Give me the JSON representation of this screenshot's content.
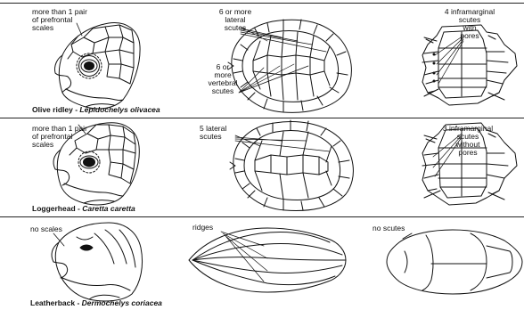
{
  "rows": [
    {
      "common_name": "Olive ridley",
      "separator": " - ",
      "scientific_name": "Lepidochelys olivacea",
      "head_note": [
        "more than 1 pair",
        "of prefrontal",
        "scales"
      ],
      "carapace_note_top": [
        "6 or more",
        "lateral",
        "scutes"
      ],
      "carapace_note_bottom": [
        "6 or",
        "more",
        "vertebral",
        "scutes"
      ],
      "plastron_note": [
        "4 inframarginal",
        "scutes",
        "with",
        "pores"
      ]
    },
    {
      "common_name": "Loggerhead",
      "separator": " - ",
      "scientific_name": "Caretta caretta",
      "head_note": [
        "more than 1 pair",
        "of prefrontal",
        "scales"
      ],
      "carapace_note_top": [
        "5 lateral",
        "scutes"
      ],
      "plastron_note": [
        "3 inframarginal",
        "scutes",
        "without",
        "pores"
      ]
    },
    {
      "common_name": "Leatherback",
      "separator": " - ",
      "scientific_name": "Dermochelys coriacea",
      "head_note": [
        "no scales"
      ],
      "carapace_note_top": [
        "ridges"
      ],
      "plastron_note": [
        "no scutes"
      ]
    }
  ]
}
